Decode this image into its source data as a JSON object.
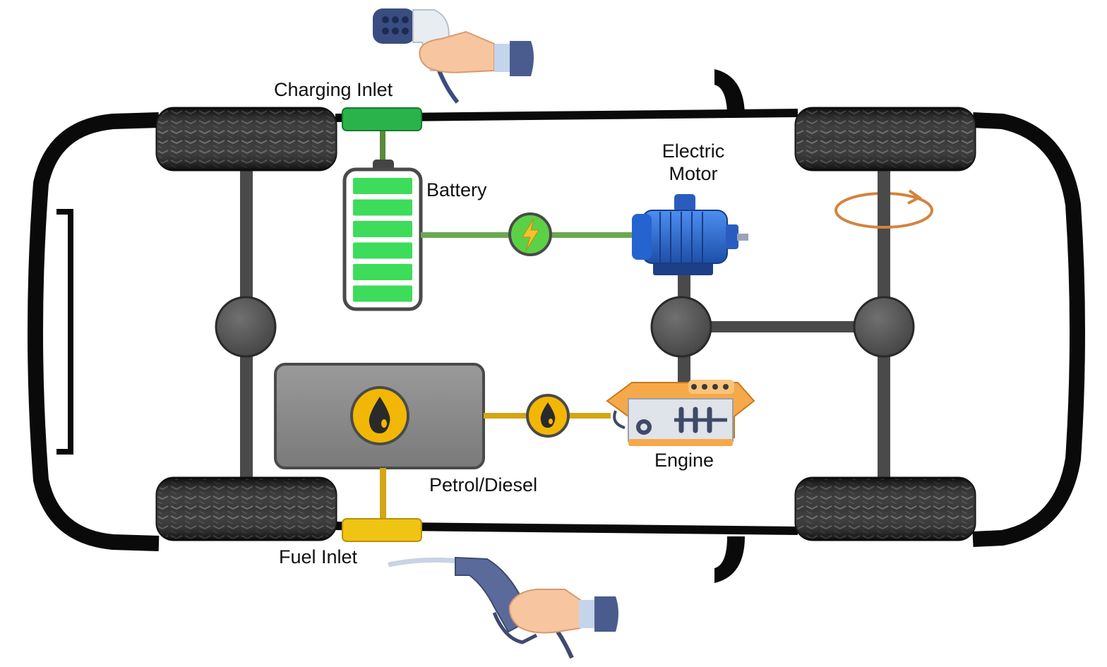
{
  "labels": {
    "charging_inlet": "Charging Inlet",
    "battery": "Battery",
    "electric_motor_line1": "Electric",
    "electric_motor_line2": "Motor",
    "engine": "Engine",
    "petrol_diesel": "Petrol/Diesel",
    "fuel_inlet": "Fuel Inlet"
  },
  "colors": {
    "car_body": "#0a0a0a",
    "axle": "#4a4a4a",
    "hub": "#555555",
    "battery_fill": "#3ddc5a",
    "battery_line": "#6aa84f",
    "charging_inlet": "#2ab34a",
    "fuel_tank": "#8a8a8a",
    "fuel_accent": "#f2b705",
    "fuel_line": "#d4a514",
    "motor_blue": "#2e6fd6",
    "engine_orange": "#f6a94a",
    "rotation_arrow": "#d2843f"
  },
  "icons": {
    "charger": "ev-charger-hand-icon",
    "fuel_nozzle": "fuel-nozzle-hand-icon",
    "lightning": "lightning-icon",
    "fuel_drop": "fuel-drop-icon",
    "motor": "electric-motor-icon",
    "engine": "engine-icon",
    "rotation": "rotation-arrow-icon"
  },
  "battery_level": 1.0
}
